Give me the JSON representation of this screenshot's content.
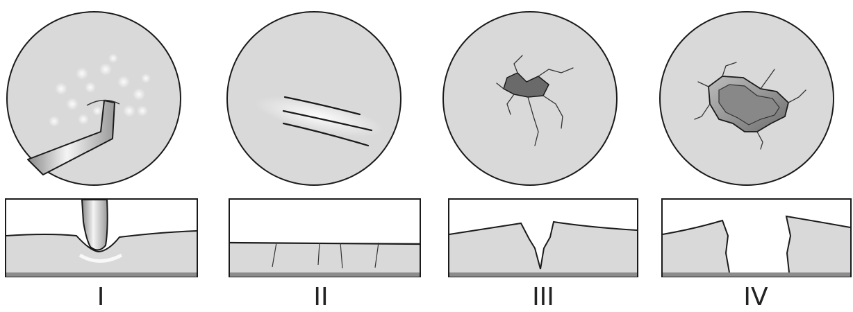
{
  "stages": [
    {
      "label": "I",
      "depiction": "probe-pressing-surface"
    },
    {
      "label": "II",
      "depiction": "superficial-scratch-cracks"
    },
    {
      "label": "III",
      "depiction": "crack-cavitation"
    },
    {
      "label": "IV",
      "depiction": "open-cavity"
    }
  ],
  "colors": {
    "surface": "#d9d9d9",
    "outline": "#1a1a1a",
    "base": "#8c8c8c",
    "cavity": "#888888"
  }
}
